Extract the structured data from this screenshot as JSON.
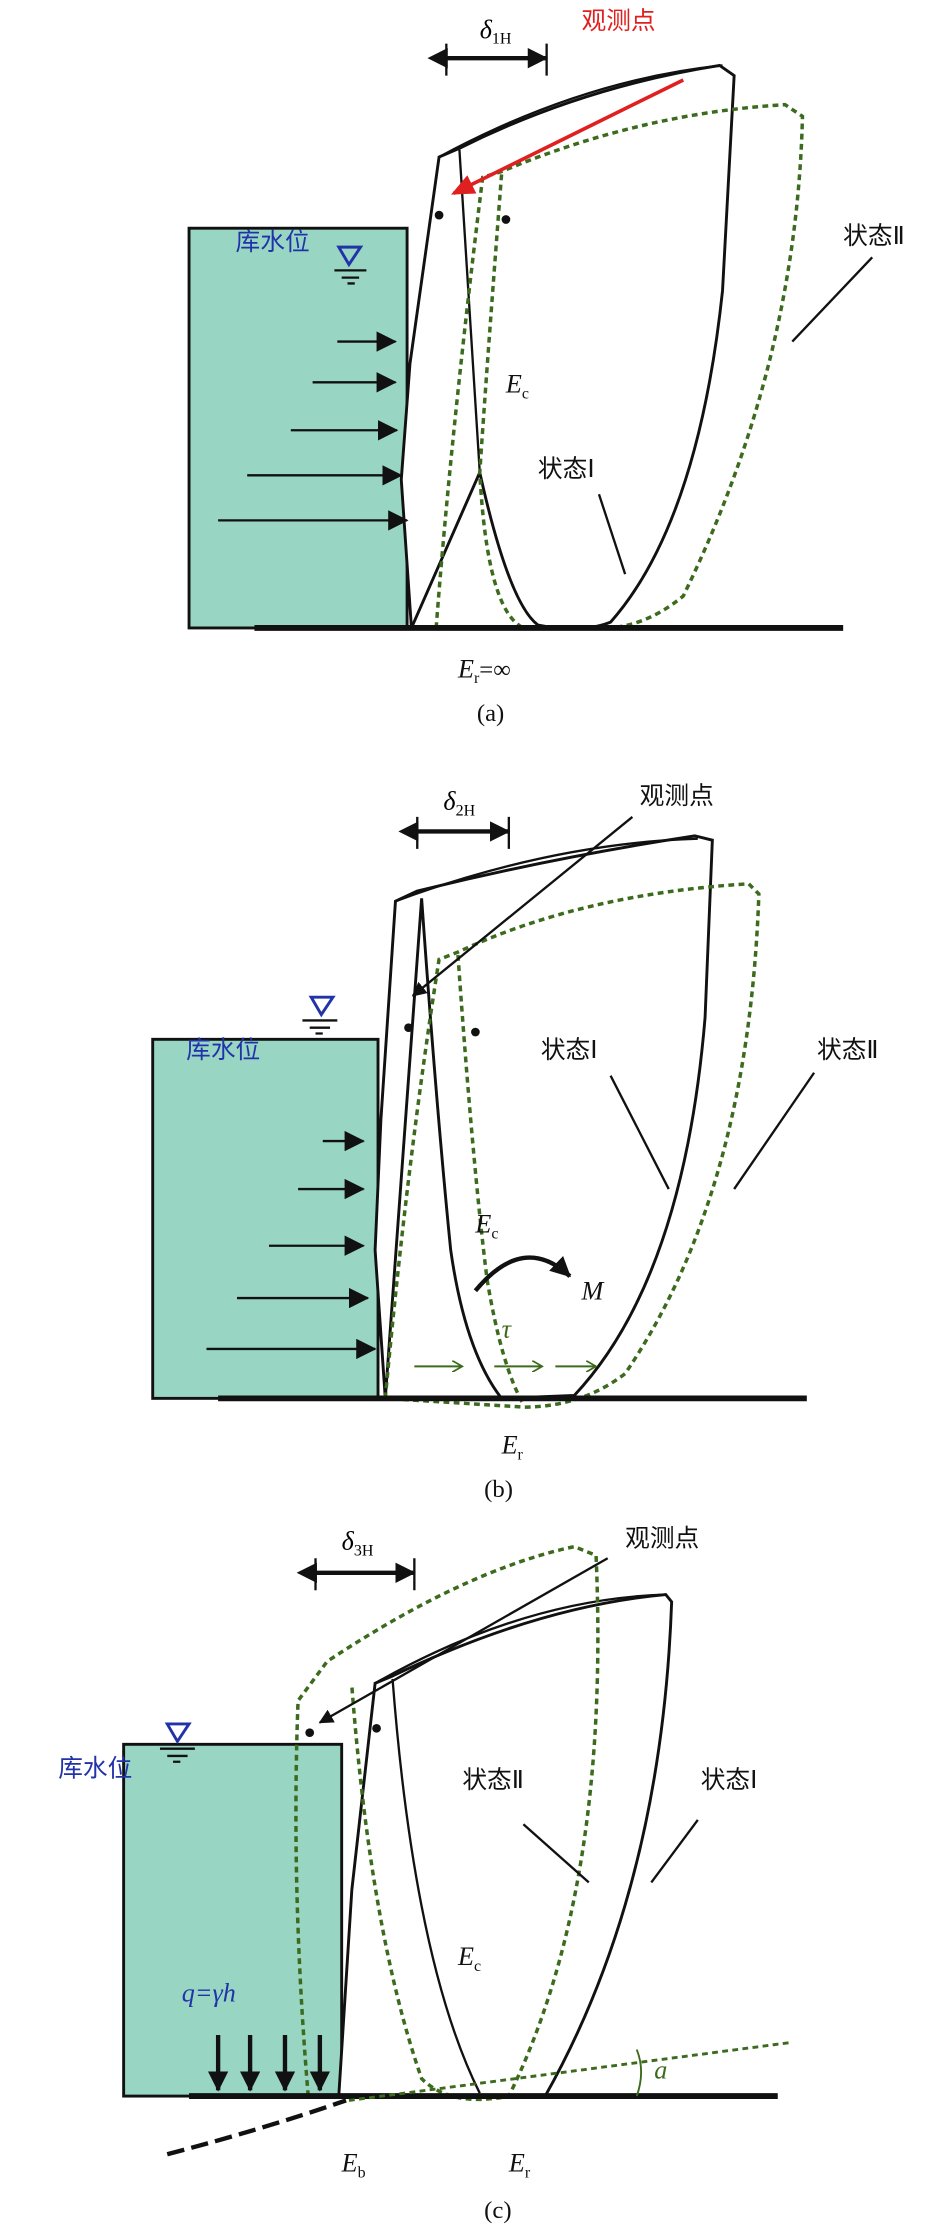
{
  "colors": {
    "water": "#98d6c3",
    "state2_dash": "#3d6b1e",
    "observation_red": "#e02020",
    "water_level_blue": "#2233aa"
  },
  "panel_a": {
    "delta_symbol": "δ",
    "delta_sub": "1H",
    "observation_point": "观测点",
    "water_level": "库水位",
    "state2": "状态Ⅱ",
    "state1": "状态Ⅰ",
    "ec": "E",
    "ec_sub": "c",
    "er": "E",
    "er_sub": "r",
    "er_suffix": "=∞",
    "caption": "(a)"
  },
  "panel_b": {
    "delta_symbol": "δ",
    "delta_sub": "2H",
    "observation_point": "观测点",
    "water_level": "库水位",
    "state2": "状态Ⅱ",
    "state1": "状态Ⅰ",
    "ec": "E",
    "ec_sub": "c",
    "moment": "M",
    "shear": "τ",
    "er": "E",
    "er_sub": "r",
    "caption": "(b)"
  },
  "panel_c": {
    "delta_symbol": "δ",
    "delta_sub": "3H",
    "observation_point": "观测点",
    "water_level": "库水位",
    "state2": "状态Ⅱ",
    "state1": "状态Ⅰ",
    "ec": "E",
    "ec_sub": "c",
    "load": "q=γh",
    "angle": "a",
    "eb": "E",
    "eb_sub": "b",
    "er": "E",
    "er_sub": "r",
    "caption": "(c)"
  }
}
